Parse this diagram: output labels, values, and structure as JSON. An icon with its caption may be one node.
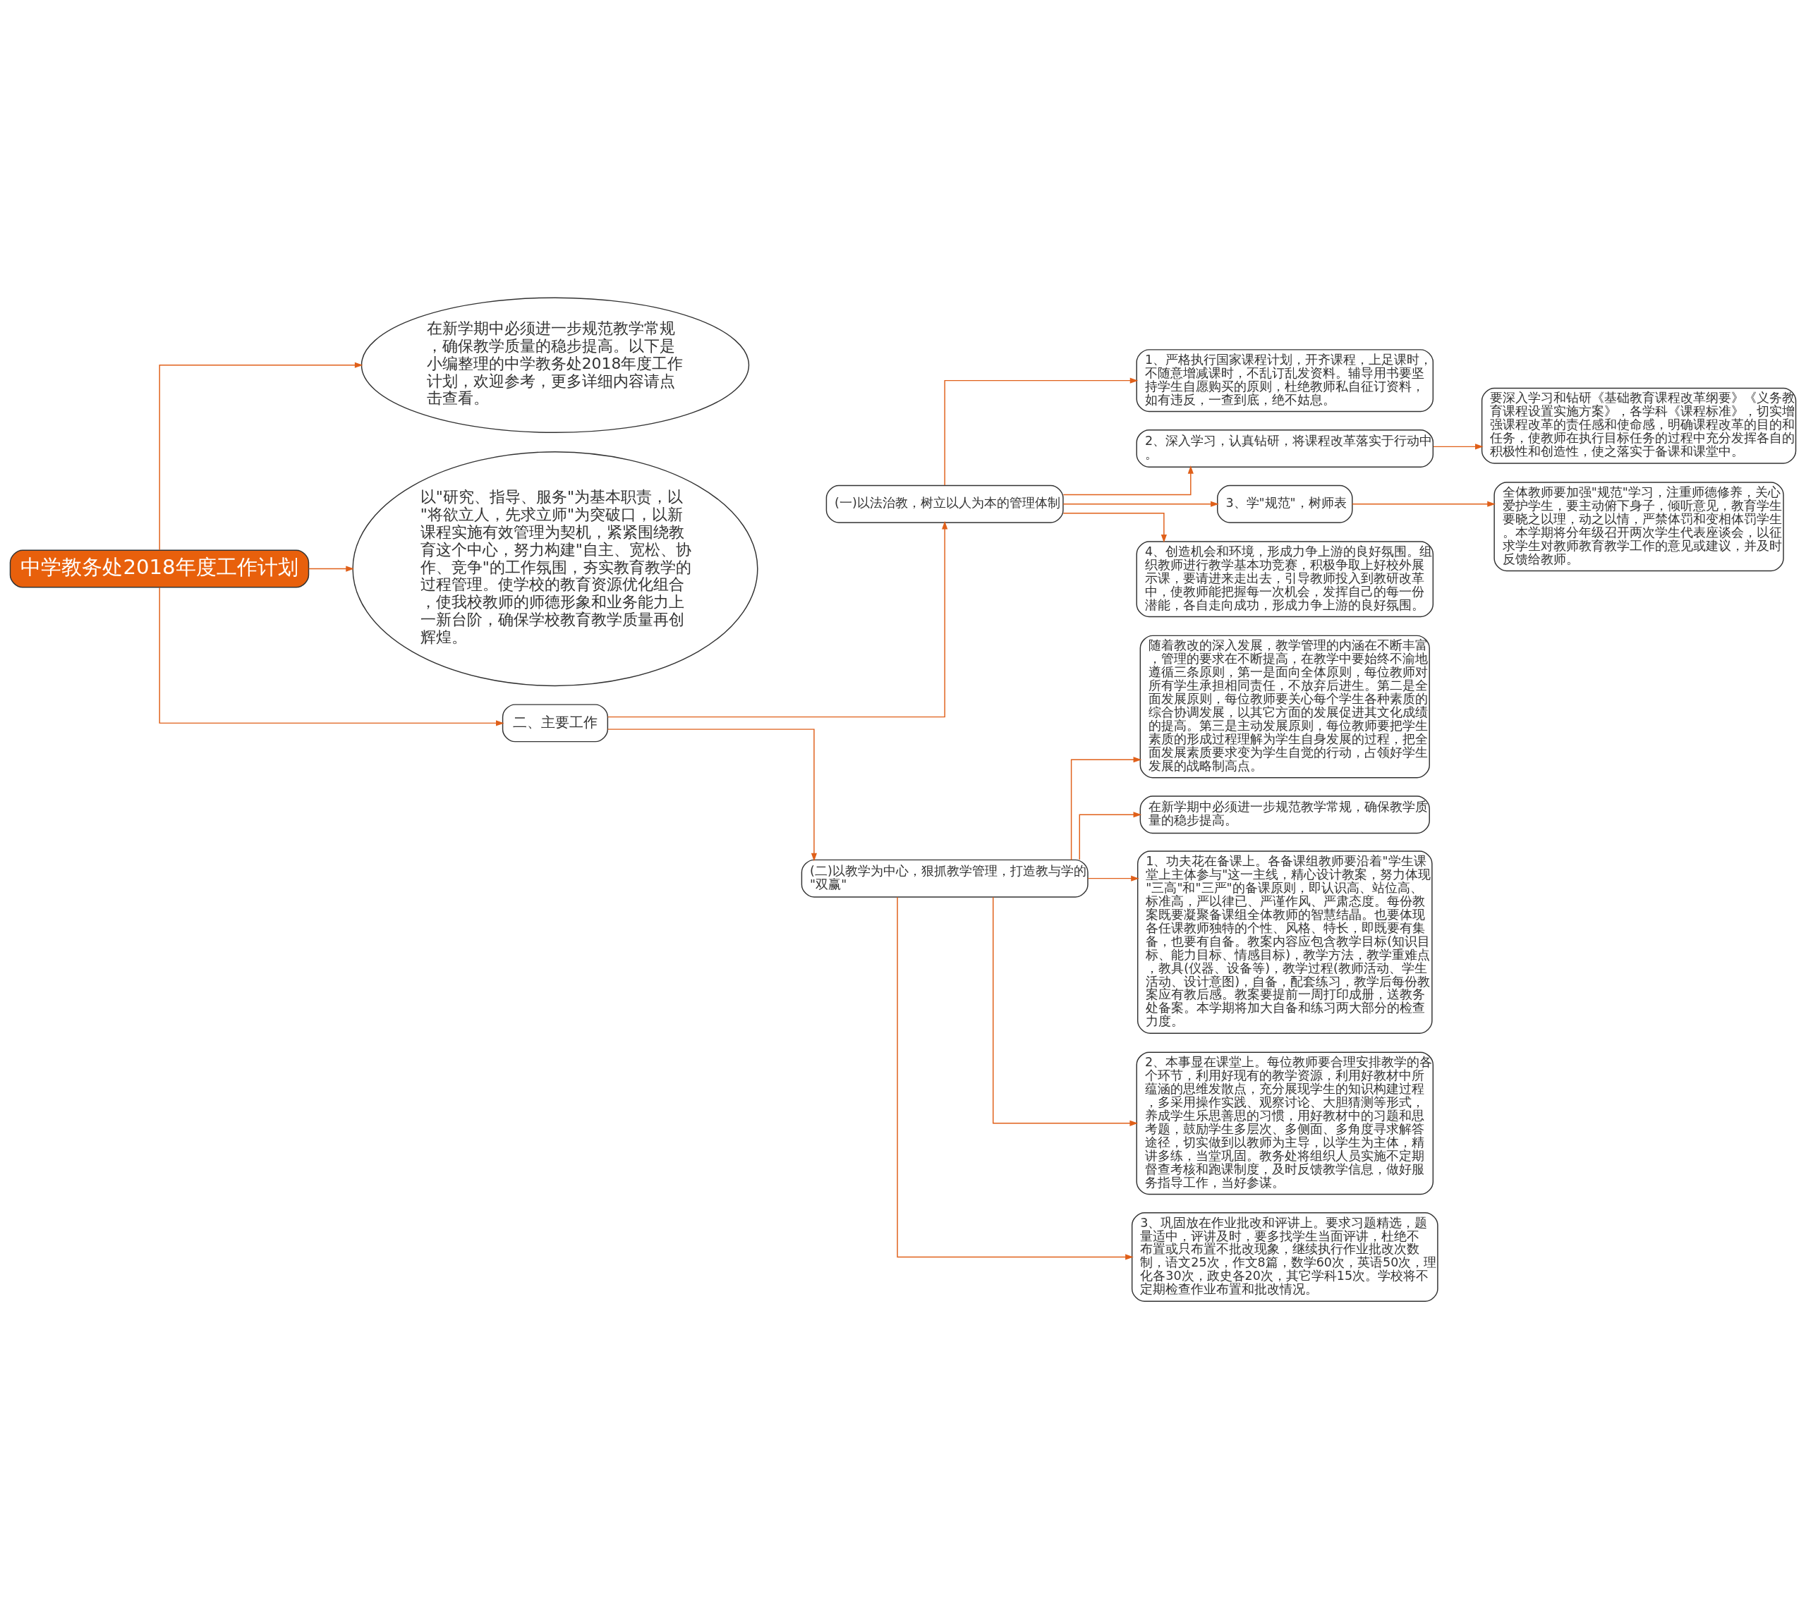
{
  "diagram": {
    "nodes": [
      {
        "text": [
          "中学教务处2018年度工作计划"
        ]
      },
      {
        "text": [
          "在新学期中必须进一步规范教学常规，确保教学质量的稳步提高。以下是小编整理的中学教务处2018年度工作计划，欢迎参考，更多详细内容请点击查看。"
        ]
      },
      {
        "text": [
          "以\"研究、指导、服务\"为基本职责，以\"将欲立人，先求立师\"为突破口，以新课程实施有效管理为契机，紧紧围绕教育这个中心，努力构建\"自主、宽松、协作、竞争\"的工作氛围，夯实教育教学的过程管理。使学校的教育资源优化组合，使我校教师的师德形象和业务能力上一新台阶，确保学校教育教学质量再创辉煌。"
        ]
      },
      {
        "text": [
          "二、主要工作"
        ]
      },
      {
        "text": [
          "(一)以法治教，树立以人为本的管理体制"
        ]
      },
      {
        "text": [
          "1、严格执行国家课程计划，开齐课程，上足课时，不随意增减课时，不乱订乱发资料。辅导用书要坚持学生自愿购买的原则，杜绝教师私自征订资料，如有违反，一查到底，绝不姑息。"
        ]
      },
      {
        "text": [
          "2、深入学习，认真钻研，将课程改革落实于行动中。"
        ]
      },
      {
        "text": [
          "要深入学习和钻研《基础教育课程改革纲要》《义务教育课程设置实施方案》，各学科《课程标准》，切实增强课程改革的责任感和使命感，明确课程改革的目的和任务，使教师在执行目标任务的过程中充分发挥各自的积极性和创造性，使之落实于备课和课堂中。"
        ]
      },
      {
        "text": [
          "3、学\"规范\"，树师表"
        ]
      },
      {
        "text": [
          "全体教师要加强\"规范\"学习，注重师德修养，关心爱护学生，要主动俯下身子，倾听意见，教育学生要晓之以理，动之以情，严禁体罚和变相体罚学生。本学期将分年级召开两次学生代表座谈会，以征求学生对教师教育教学工作的意见或建议，并及时反馈给教师。"
        ]
      },
      {
        "text": [
          "4、创造机会和环境，形成力争上游的良好氛围。组织教师进行教学基本功竞赛，积极争取上好校外展示课，要请进来走出去，引导教师投入到教研改革中，使教师能把握每一次机会，发挥自己的每一份潜能，各自走向成功，形成力争上游的良好氛围。"
        ]
      },
      {
        "text": [
          "(二)以教学为中心，狠抓教学管理，打造教与学的\"双赢\""
        ]
      },
      {
        "text": [
          "随着教改的深入发展，教学管理的内涵在不断丰富，管理的要求在不断提高，在教学中要始终不渝地遵循三条原则，第一是面向全体原则，每位教师对所有学生承担相同责任，不放弃后进生。第二是全面发展原则，每位教师要关心每个学生各种素质的综合协调发展，以其它方面的发展促进其文化成绩的提高。第三是主动发展原则，每位教师要把学生素质的形成过程理解为学生自身发展的过程，把全面发展素质要求变为学生自觉的行动，占领好学生发展的战略制高点。"
        ]
      },
      {
        "text": [
          "在新学期中必须进一步规范教学常规，确保教学质量的稳步提高。"
        ]
      },
      {
        "text": [
          "1、功夫花在备课上。各备课组教师要沿着\"学生课堂上主体参与\"这一主线，精心设计教案，努力体现\"三高\"和\"三严\"的备课原则，即认识高、站位高、标准高，严以律已、严谨作风、严肃态度。每份教案既要凝聚备课组全体教师的智慧结晶。也要体现各任课教师独特的个性、风格、特长，即既要有集备，也要有自备。教案内容应包含教学目标(知识目标、能力目标、情感目标)，教学方法，教学重难点，教具(仪器、设备等)，教学过程(教师活动、学生活动、设计意图)，自备，配套练习，教学后每份教案应有教后感。教案要提前一周打印成册，送教务处备案。本学期将加大自备和练习两大部分的检查力度。"
        ]
      },
      {
        "text": [
          "2、本事显在课堂上。每位教师要合理安排教学的各个环节，利用好现有的教学资源，利用好教材中所蕴涵的思维发散点，充分展现学生的知识构建过程，多采用操作实践、观察讨论、大胆猜测等形式，养成学生乐思善思的习惯，用好教材中的习题和思考题，鼓励学生多层次、多侧面、多角度寻求解答途径，切实做到以教师为主导，以学生为主体，精讲多练，当堂巩固。教务处将组织人员实施不定期督查考核和跑课制度，及时反馈教学信息，做好服务指导工作，当好参谋。"
        ]
      },
      {
        "text": [
          "3、巩固放在作业批改和评讲上。要求习题精选，题量适中，评讲及时，要多找学生当面评讲，杜绝不布置或只布置不批改现象，继续执行作业批改次数制，语文25次，作文8篇，数学60次，英语50次，理化各30次，政史各20次，其它学科15次。学校将不定期检查作业布置和批改情况。"
        ]
      }
    ],
    "edges": [
      {
        "from": 0,
        "to": 1,
        "arrow": "to"
      },
      {
        "from": 0,
        "to": 2,
        "arrow": "to"
      },
      {
        "from": 0,
        "to": 3,
        "arrow": "to"
      },
      {
        "from": 3,
        "to": 4,
        "arrow": "to"
      },
      {
        "from": 4,
        "to": 5,
        "arrow": "to"
      },
      {
        "from": 4,
        "to": 6,
        "arrow": "to"
      },
      {
        "from": 6,
        "to": 7,
        "arrow": "to"
      },
      {
        "from": 4,
        "to": 8,
        "arrow": "to"
      },
      {
        "from": 8,
        "to": 9,
        "arrow": "to"
      },
      {
        "from": 4,
        "to": 10,
        "arrow": "to"
      },
      {
        "from": 3,
        "to": 11,
        "arrow": "to"
      },
      {
        "from": 11,
        "to": 12,
        "arrow": "to"
      },
      {
        "from": 11,
        "to": 13,
        "arrow": "to"
      },
      {
        "from": 11,
        "to": 14,
        "arrow": "to"
      },
      {
        "from": 11,
        "to": 15,
        "arrow": "to"
      },
      {
        "from": 11,
        "to": 16,
        "arrow": "to"
      }
    ]
  }
}
